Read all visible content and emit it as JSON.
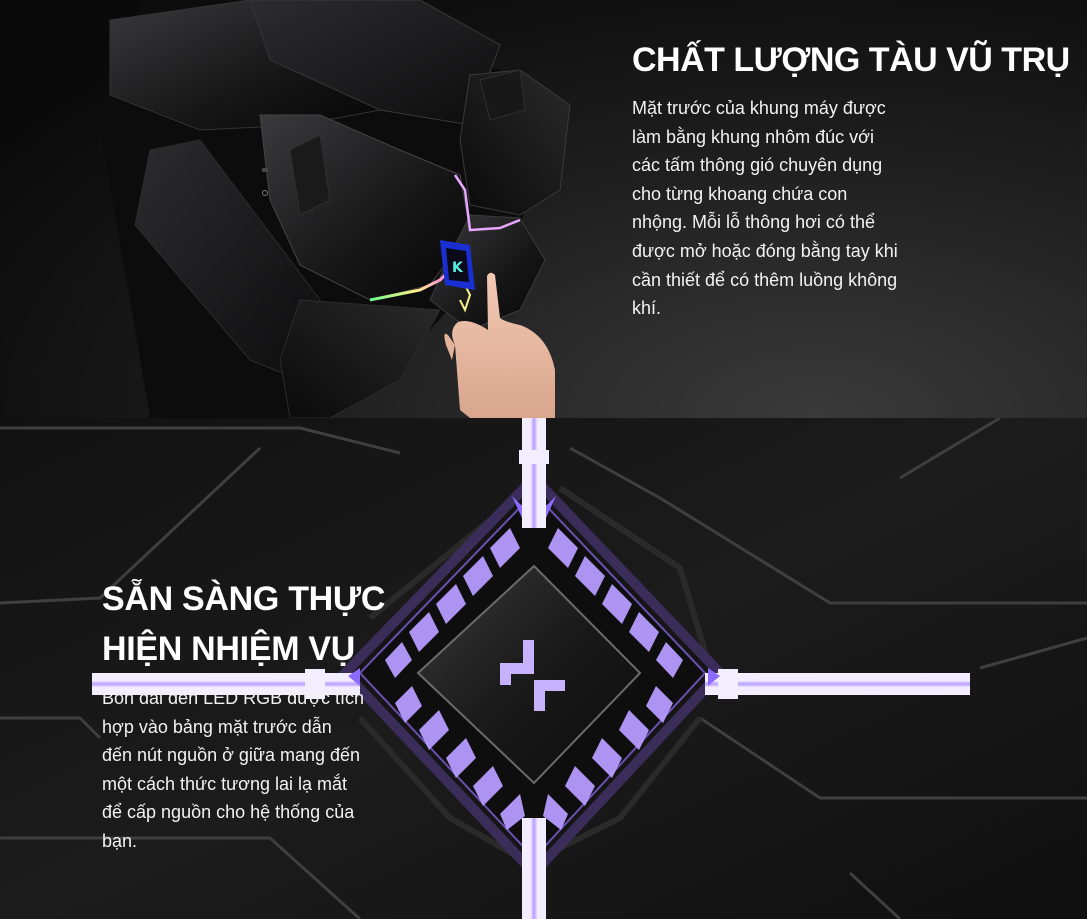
{
  "sections": [
    {
      "id": "spaceship-quality",
      "title": "CHẤT LƯỢNG TÀU VŨ TRỤ",
      "body": "Mặt trước của khung máy được làm bằng khung nhôm đúc với các tấm thông gió chuyên dụng cho từng khoang chứa con nhộng. Mỗi lỗ thông hơi có thể được mở hoặc đóng bằng tay khi cần thiết để có thêm luồng không khí.",
      "image": "pc-case-front-with-finger-pressing-power-button"
    },
    {
      "id": "mission-ready",
      "title": "SẴN SÀNG THỰC HIỆN NHIỆM VỤ",
      "body": "Bốn dải đèn LED RGB được tích hợp vào bảng mặt trước dẫn đến nút nguồn ở giữa mang đến một cách thức tương lai lạ mắt để cấp nguồn cho hệ thống của bạn.",
      "image": "front-panel-diamond-power-button-purple-led"
    }
  ],
  "colors": {
    "led_purple": "#b79cff",
    "led_core": "#f3eeff",
    "panel_dark": "#141414",
    "text": "#ffffff"
  }
}
